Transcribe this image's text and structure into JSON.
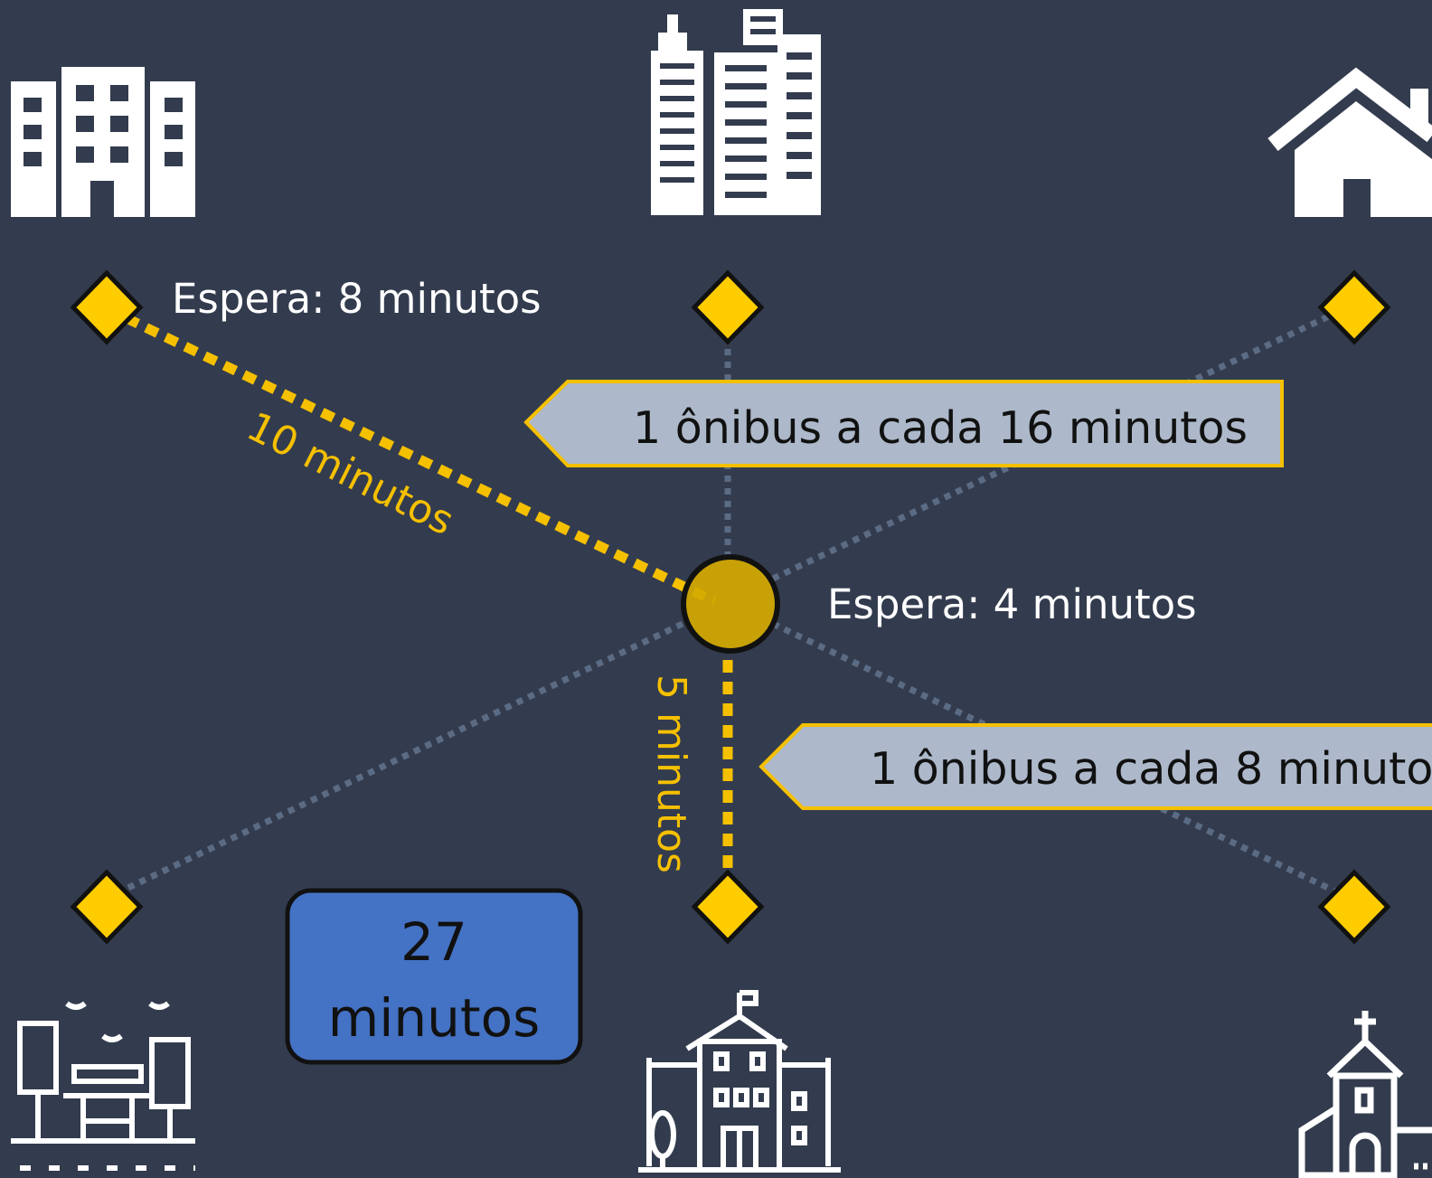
{
  "colors": {
    "background": "#333c4e",
    "stop": "#ffcc00",
    "route": "#f5c000",
    "faint_route": "#5b6b84",
    "callout_fill": "#adb9ca",
    "total_box": "#4472c4"
  },
  "icons": {
    "top_left": "office-building-icon",
    "top_center": "skyscrapers-icon",
    "top_right": "house-icon",
    "bottom_left": "park-icon",
    "bottom_center": "school-icon",
    "bottom_right": "church-icon"
  },
  "labels": {
    "wait_top_left": "Espera: 8 minutos",
    "wait_center": "Espera: 4 minutos",
    "segment_diagonal": "10 minutos",
    "segment_vertical": "5 minutos"
  },
  "callouts": {
    "top": "1 ônibus a cada 16 minutos",
    "bottom": "1 ônibus a cada 8 minuto"
  },
  "total": {
    "value": "27",
    "unit": "minutos"
  }
}
